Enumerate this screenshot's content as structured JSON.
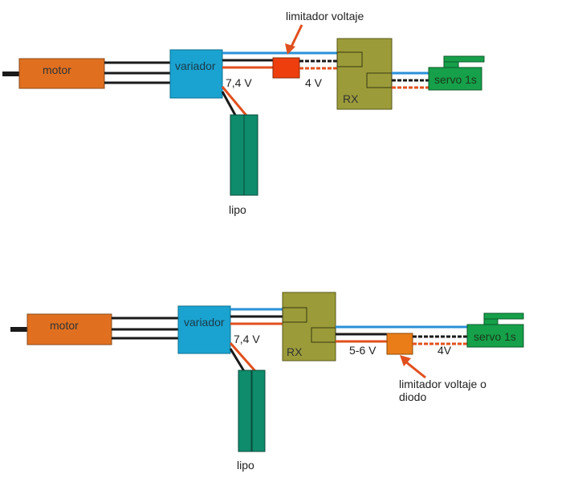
{
  "colors": {
    "motor": "#e07020",
    "variador": "#1aa3d0",
    "rx": "#9b9b3a",
    "servo": "#16a04a",
    "lipo": "#0e8c6c",
    "limiter_top": "#ee3e0e",
    "limiter_bottom": "#ea7d18",
    "wire_black": "#1a1a1a",
    "wire_blue": "#2a90d8",
    "wire_red": "#e0501e",
    "arrow": "#e0501e",
    "text_dark": "#1b3a4a"
  },
  "diagrams": [
    {
      "id": "top",
      "motor_label": "motor",
      "esc_label": "variador",
      "voltage_esc": "7,4 V",
      "battery_label": "lipo",
      "limiter_label": "limitador voltaje",
      "voltage_after_limiter": "4 V",
      "rx_label": "RX",
      "servo_label": "servo 1s"
    },
    {
      "id": "bottom",
      "motor_label": "motor",
      "esc_label": "variador",
      "voltage_esc": "7,4 V",
      "battery_label": "lipo",
      "rx_label": "RX",
      "voltage_rx_out": "5-6 V",
      "voltage_after_limiter": "4V",
      "limiter_label_line1": "limitador voltaje o",
      "limiter_label_line2": "diodo",
      "servo_label": "servo 1s"
    }
  ]
}
